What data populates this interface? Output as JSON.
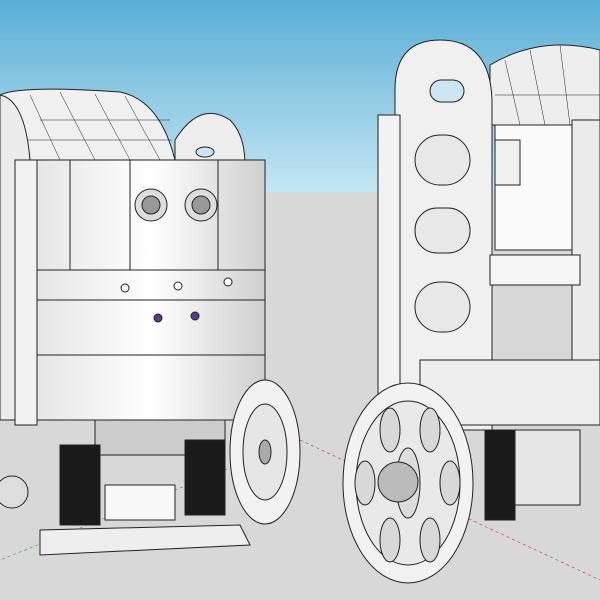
{
  "scene": {
    "kind": "3D CAD model render",
    "colors": {
      "sky_top": "#5aaed6",
      "sky_horizon": "#c4e6f2",
      "ground": "#d8d8d8",
      "model_face": "#f4f4f4",
      "model_shade": "#d4d4d4",
      "edge": "#222222"
    },
    "objects": [
      "robot-front-view",
      "robot-rear-view"
    ]
  }
}
